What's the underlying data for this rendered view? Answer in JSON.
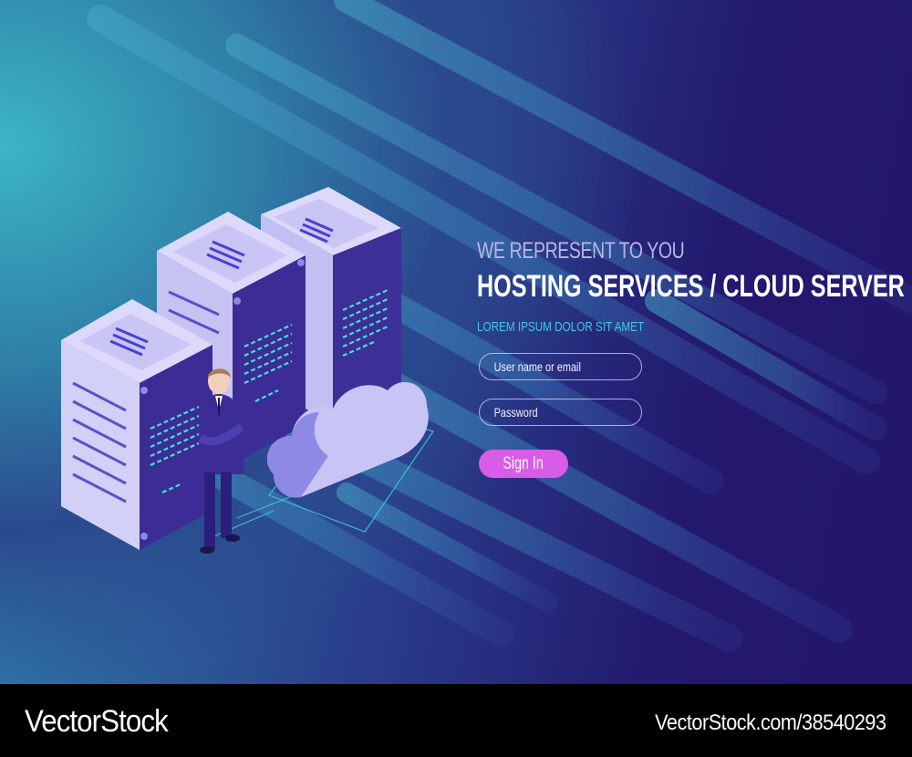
{
  "hero": {
    "eyebrow": "WE REPRESENT TO YOU",
    "title": "HOSTING SERVICES / CLOUD SERVER",
    "subtitle": "LOREM IPSUM DOLOR SIT AMET"
  },
  "login_form": {
    "username_placeholder": "User name or email",
    "username_value": "",
    "password_placeholder": "Password",
    "password_value": "",
    "sign_in_label": "Sign In"
  },
  "illustration": {
    "icons": [
      "server-rack-icon",
      "server-rack-icon",
      "server-rack-icon",
      "businessman-figure",
      "cloud-icon"
    ]
  },
  "colors": {
    "accent_button": "#d95ce8",
    "subtitle_cyan": "#3ec9de",
    "background_dark": "#22166c",
    "background_teal": "#3bb5c6"
  },
  "footer": {
    "brand": "VectorStock",
    "reference": "VectorStock.com/38540293"
  }
}
